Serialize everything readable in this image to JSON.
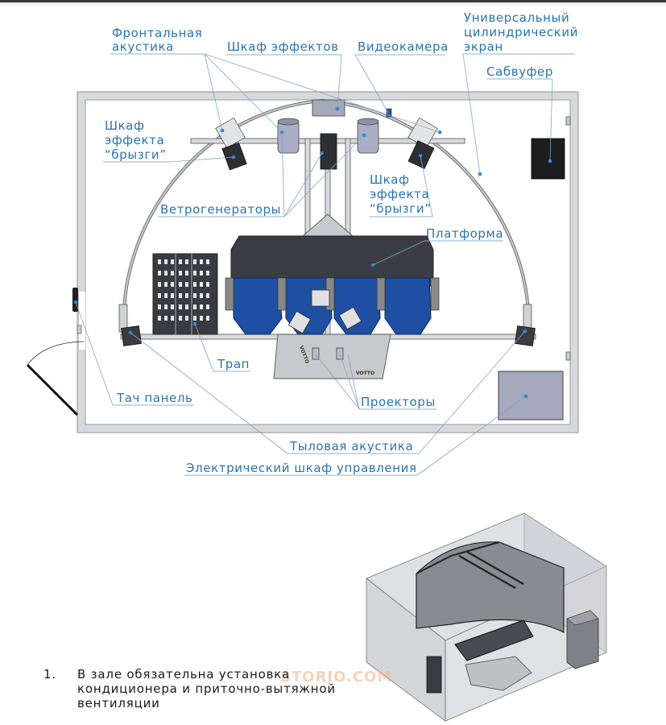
{
  "labels": {
    "frontal_acoustics": [
      "Фронтальная",
      "акустика"
    ],
    "effects_cabinet": "Шкаф эффектов",
    "video_camera": "Видеокамера",
    "universal_screen": [
      "Универсальный",
      "цилиндрический",
      "экран"
    ],
    "subwoofer": "Сабвуфер",
    "splash_cabinet_left": [
      "Шкаф",
      "эффекта",
      "“брызги”"
    ],
    "splash_cabinet_right": [
      "Шкаф",
      "эффекта",
      "“брызги”"
    ],
    "wind_generators": "Ветрогенераторы",
    "platform": "Платформа",
    "ladder": "Трап",
    "touch_panel": "Тач панель",
    "projectors": "Проекторы",
    "rear_acoustics": "Тыловая акустика",
    "electrical_cabinet": "Электрический шкаф управления"
  },
  "platform_markings": [
    "VOTTO",
    "VOTTO"
  ],
  "notes": [
    {
      "number": "1.",
      "lines": [
        "В зале обязательна установка",
        "кондиционера и приточно-вытяжной",
        "вентиляции"
      ]
    }
  ],
  "watermark": "STORIO.COM",
  "colors": {
    "label_text": "#2a74b0",
    "leader_line": "#7fa6c8",
    "seat_blue": "#1e4fa3",
    "platform_dark": "#3c3d44",
    "cabinet_gray": "#a4a9bb",
    "subwoofer": "#1d1d1f"
  }
}
